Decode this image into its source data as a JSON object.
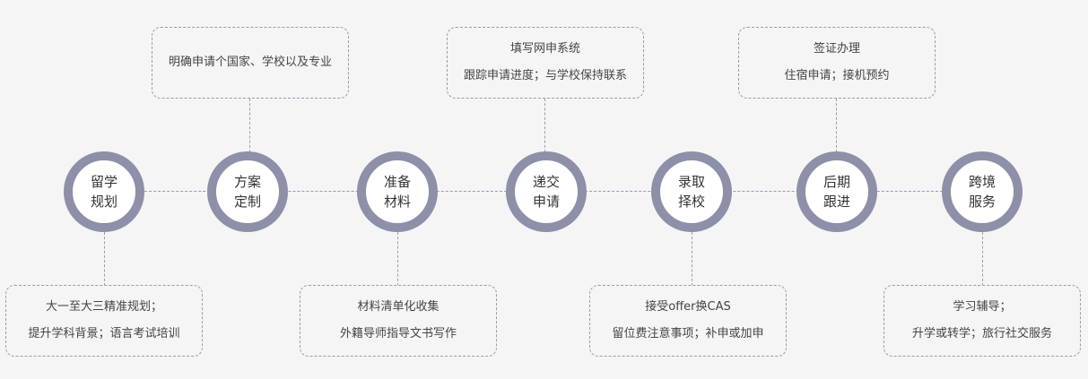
{
  "steps": [
    {
      "line1": "留学",
      "line2": "规划"
    },
    {
      "line1": "方案",
      "line2": "定制"
    },
    {
      "line1": "准备",
      "line2": "材料"
    },
    {
      "line1": "递交",
      "line2": "申请"
    },
    {
      "line1": "录取",
      "line2": "择校"
    },
    {
      "line1": "后期",
      "line2": "跟进"
    },
    {
      "line1": "跨境",
      "line2": "服务"
    }
  ],
  "boxes": [
    {
      "line1": "大一至大三精准规划；",
      "line2": "提升学科背景；语言考试培训"
    },
    {
      "line1": "明确申请个国家、学校以及专业",
      "line2": ""
    },
    {
      "line1": "材料清单化收集",
      "line2": "外籍导师指导文书写作"
    },
    {
      "line1": "填写网申系统",
      "line2": "跟踪申请进度；与学校保持联系"
    },
    {
      "line1": "接受offer换CAS",
      "line2": "留位费注意事项；补申或加申"
    },
    {
      "line1": "签证办理",
      "line2": "住宿申请；接机预约"
    },
    {
      "line1": "学习辅导；",
      "line2": "升学或转学；旅行社交服务"
    }
  ]
}
